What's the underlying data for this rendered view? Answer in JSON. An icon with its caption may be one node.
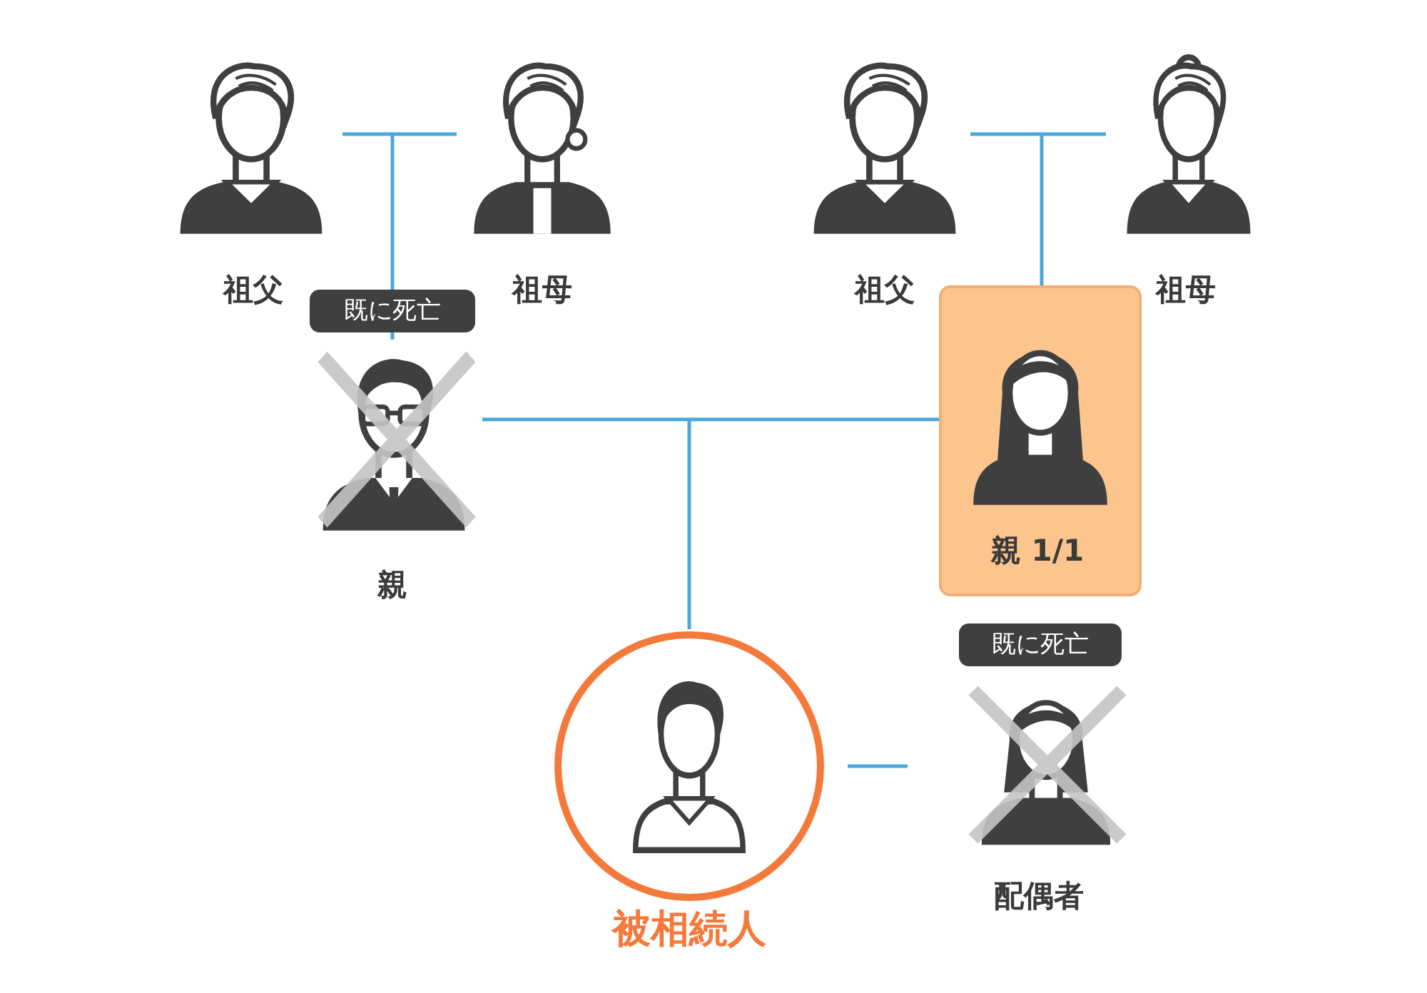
{
  "diagram": {
    "nodes": [
      {
        "text": [
          "祖父"
        ]
      },
      {
        "text": [
          "祖母"
        ]
      },
      {
        "text": [
          "親"
        ],
        "beside": [
          "既に死亡"
        ]
      },
      {
        "text": [
          "祖父"
        ]
      },
      {
        "text": [
          "祖母"
        ]
      },
      {
        "text": [
          "親 1/1"
        ]
      },
      {
        "text": [
          "被相続人"
        ]
      },
      {
        "text": [
          "配偶者"
        ],
        "beside": [
          "既に死亡"
        ]
      }
    ],
    "edges": [
      {
        "from": 0,
        "to": 2,
        "arrow": "none"
      },
      {
        "from": 1,
        "to": 2,
        "arrow": "none"
      },
      {
        "from": 3,
        "to": 5,
        "arrow": "none"
      },
      {
        "from": 4,
        "to": 5,
        "arrow": "none"
      },
      {
        "from": 2,
        "to": 6,
        "arrow": "none"
      },
      {
        "from": 5,
        "to": 6,
        "arrow": "none"
      },
      {
        "from": 6,
        "to": 7,
        "arrow": "none"
      }
    ]
  }
}
